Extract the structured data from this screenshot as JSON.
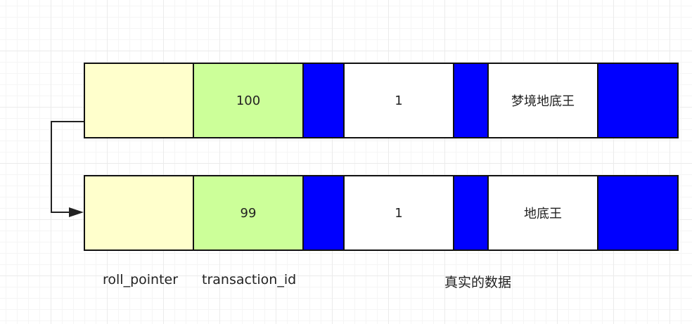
{
  "rows": [
    {
      "transaction_id": "100",
      "col1": "1",
      "col2": "梦境地底王"
    },
    {
      "transaction_id": "99",
      "col1": "1",
      "col2": "地底王"
    }
  ],
  "labels": {
    "roll_pointer": "roll_pointer",
    "transaction_id": "transaction_id",
    "data": "真实的数据"
  },
  "colors": {
    "roll_pointer_fill": "#ffffcc",
    "transaction_id_fill": "#ccff99",
    "separator_fill": "#0000ff",
    "value_fill": "#ffffff"
  }
}
